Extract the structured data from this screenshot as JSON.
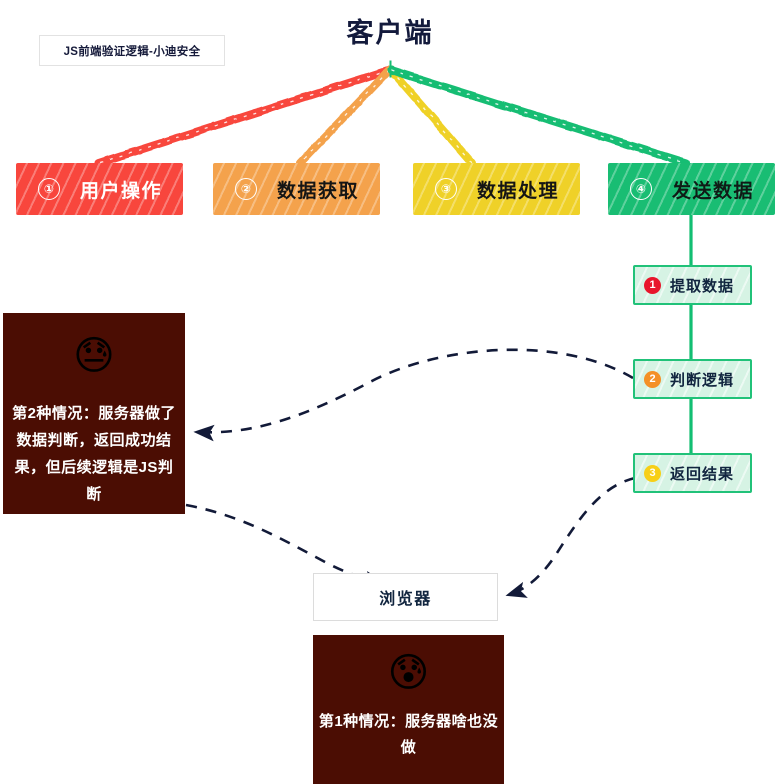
{
  "header": {
    "corner_tag": "JS前端验证逻辑-小迪安全",
    "title": "客户端"
  },
  "stages": [
    {
      "num": "①",
      "label": "用户操作",
      "fill": "#f8463d",
      "text_color": "#ffffff",
      "num_color": "#ffffff"
    },
    {
      "num": "②",
      "label": "数据获取",
      "fill": "#f4a24c",
      "text_color": "#151515",
      "num_color": "#ffffff"
    },
    {
      "num": "③",
      "label": "数据处理",
      "fill": "#efd128",
      "text_color": "#151515",
      "num_color": "#ffffff"
    },
    {
      "num": "④",
      "label": "发送数据",
      "fill": "#19bd73",
      "text_color": "#0f1b16",
      "num_color": "#ffffff"
    }
  ],
  "server_chain": [
    {
      "num": "1",
      "label": "提取数据",
      "badge_color": "#e8162c"
    },
    {
      "num": "2",
      "label": "判断逻辑",
      "badge_color": "#f49026"
    },
    {
      "num": "3",
      "label": "返回结果",
      "badge_color": "#f7cf17"
    }
  ],
  "notes": {
    "case2": {
      "emoji": "😓",
      "emoji_name": "downcast-face-with-sweat",
      "text": "第2种情况：服务器做了数据判断，返回成功结果，但后续逻辑是JS判断"
    },
    "case1": {
      "emoji": "😰",
      "emoji_name": "anxious-face-with-sweat",
      "text": "第1种情况：服务器啥也没做"
    }
  },
  "browser": {
    "label": "浏览器"
  },
  "colors": {
    "title": "#131a3c",
    "arrow": "#121a38",
    "green_connector": "#12be72",
    "note_bg": "#4b0d03",
    "chain_fill": "#d6f3e4",
    "chain_border": "#21c279"
  },
  "chart_data": {
    "type": "diagram",
    "title": "客户端 JS 前端验证逻辑流程图",
    "nodes": [
      {
        "id": "client",
        "label": "客户端",
        "kind": "root-title"
      },
      {
        "id": "stage1",
        "label": "用户操作",
        "order": 1,
        "color": "#f8463d"
      },
      {
        "id": "stage2",
        "label": "数据获取",
        "order": 2,
        "color": "#f4a24c"
      },
      {
        "id": "stage3",
        "label": "数据处理",
        "order": 3,
        "color": "#efd128"
      },
      {
        "id": "stage4",
        "label": "发送数据",
        "order": 4,
        "color": "#19bd73"
      },
      {
        "id": "srv1",
        "label": "提取数据",
        "order": 1,
        "color": "#e8162c"
      },
      {
        "id": "srv2",
        "label": "判断逻辑",
        "order": 2,
        "color": "#f49026"
      },
      {
        "id": "srv3",
        "label": "返回结果",
        "order": 3,
        "color": "#f7cf17"
      },
      {
        "id": "case2",
        "label": "第2种情况：服务器做了数据判断，返回成功结果，但后续逻辑是JS判断"
      },
      {
        "id": "case1",
        "label": "第1种情况：服务器啥也没做"
      },
      {
        "id": "browser",
        "label": "浏览器"
      }
    ],
    "edges": [
      {
        "from": "client",
        "to": "stage1",
        "style": "sketch",
        "color": "#f8463d"
      },
      {
        "from": "client",
        "to": "stage2",
        "style": "sketch",
        "color": "#f4a24c"
      },
      {
        "from": "client",
        "to": "stage3",
        "style": "sketch",
        "color": "#efd128"
      },
      {
        "from": "client",
        "to": "stage4",
        "style": "sketch",
        "color": "#19bd73"
      },
      {
        "from": "stage4",
        "to": "srv1",
        "style": "solid",
        "color": "#12be72"
      },
      {
        "from": "srv1",
        "to": "srv2",
        "style": "solid",
        "color": "#12be72"
      },
      {
        "from": "srv2",
        "to": "srv3",
        "style": "solid",
        "color": "#12be72"
      },
      {
        "from": "srv2",
        "to": "case2",
        "style": "dashed",
        "color": "#121a38"
      },
      {
        "from": "case2",
        "to": "browser",
        "style": "dashed",
        "color": "#121a38"
      },
      {
        "from": "srv3",
        "to": "browser",
        "style": "dashed",
        "color": "#121a38"
      }
    ]
  }
}
